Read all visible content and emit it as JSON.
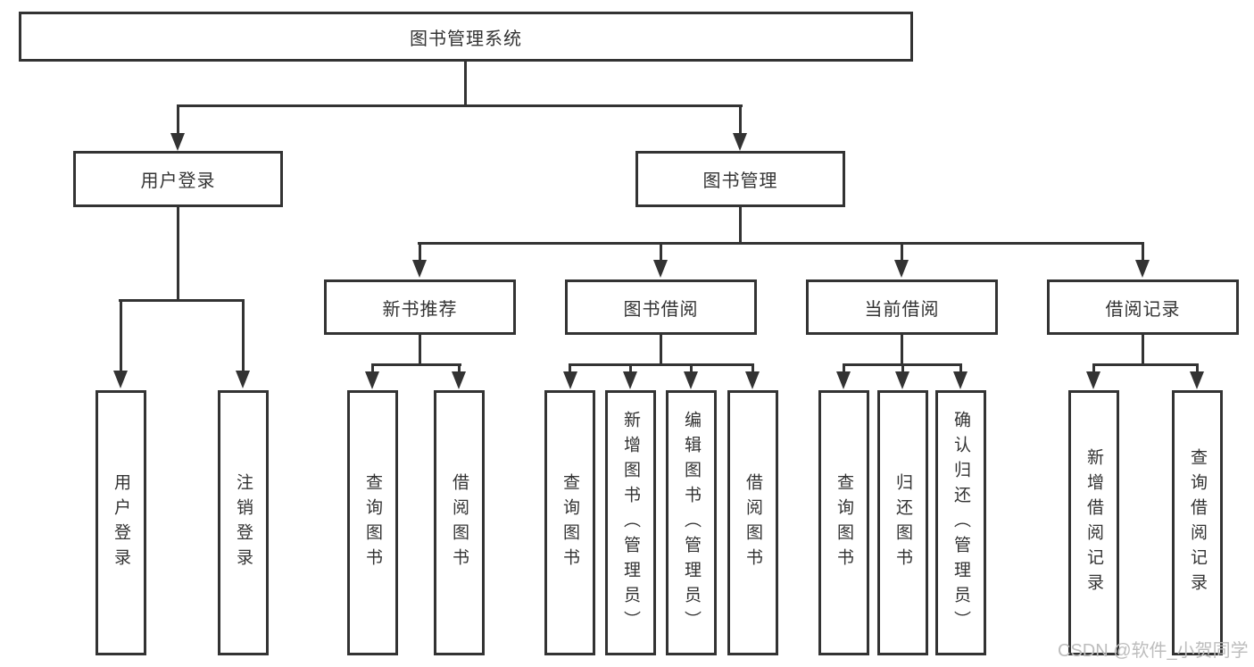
{
  "colors": {
    "line": "#333333",
    "box_border": "#333333",
    "text": "#333333",
    "background": "#ffffff",
    "watermark": "#bdbdbd"
  },
  "watermark": {
    "text": "CSDN @软件_小贺同学"
  },
  "tree": {
    "label": "图书管理系统",
    "children": [
      {
        "label": "用户登录",
        "children": [
          {
            "label": "用户登录"
          },
          {
            "label": "注销登录"
          }
        ]
      },
      {
        "label": "图书管理",
        "children": [
          {
            "label": "新书推荐",
            "children": [
              {
                "label": "查询图书"
              },
              {
                "label": "借阅图书"
              }
            ]
          },
          {
            "label": "图书借阅",
            "children": [
              {
                "label": "查询图书"
              },
              {
                "label": "新增图书（管理员）"
              },
              {
                "label": "编辑图书（管理员）"
              },
              {
                "label": "借阅图书"
              }
            ]
          },
          {
            "label": "当前借阅",
            "children": [
              {
                "label": "查询图书"
              },
              {
                "label": "归还图书"
              },
              {
                "label": "确认归还（管理员）"
              }
            ]
          },
          {
            "label": "借阅记录",
            "children": [
              {
                "label": "新增借阅记录"
              },
              {
                "label": "查询借阅记录"
              }
            ]
          }
        ]
      }
    ]
  }
}
